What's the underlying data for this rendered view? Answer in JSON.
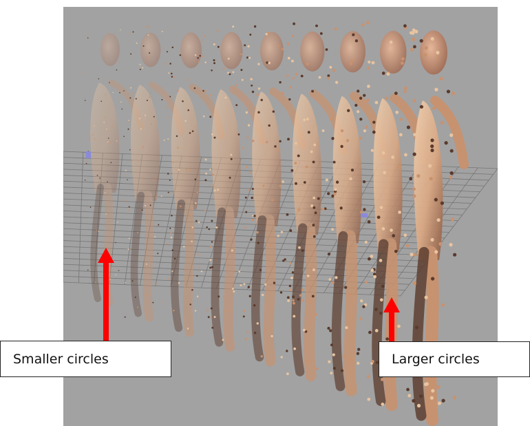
{
  "annotations": {
    "left_label": "Smaller circles",
    "right_label": "Larger circles"
  },
  "colors": {
    "background": "#a2a2a2",
    "grid_line": "#6e6e6e",
    "arrow": "#ff0000",
    "skin_light": "#e8c4a0",
    "skin_mid": "#c9926e",
    "skin_dark": "#5a3a2c",
    "marker": "#8a8ad8"
  },
  "scene": {
    "figure_copies": 9,
    "grid_visible": true
  }
}
